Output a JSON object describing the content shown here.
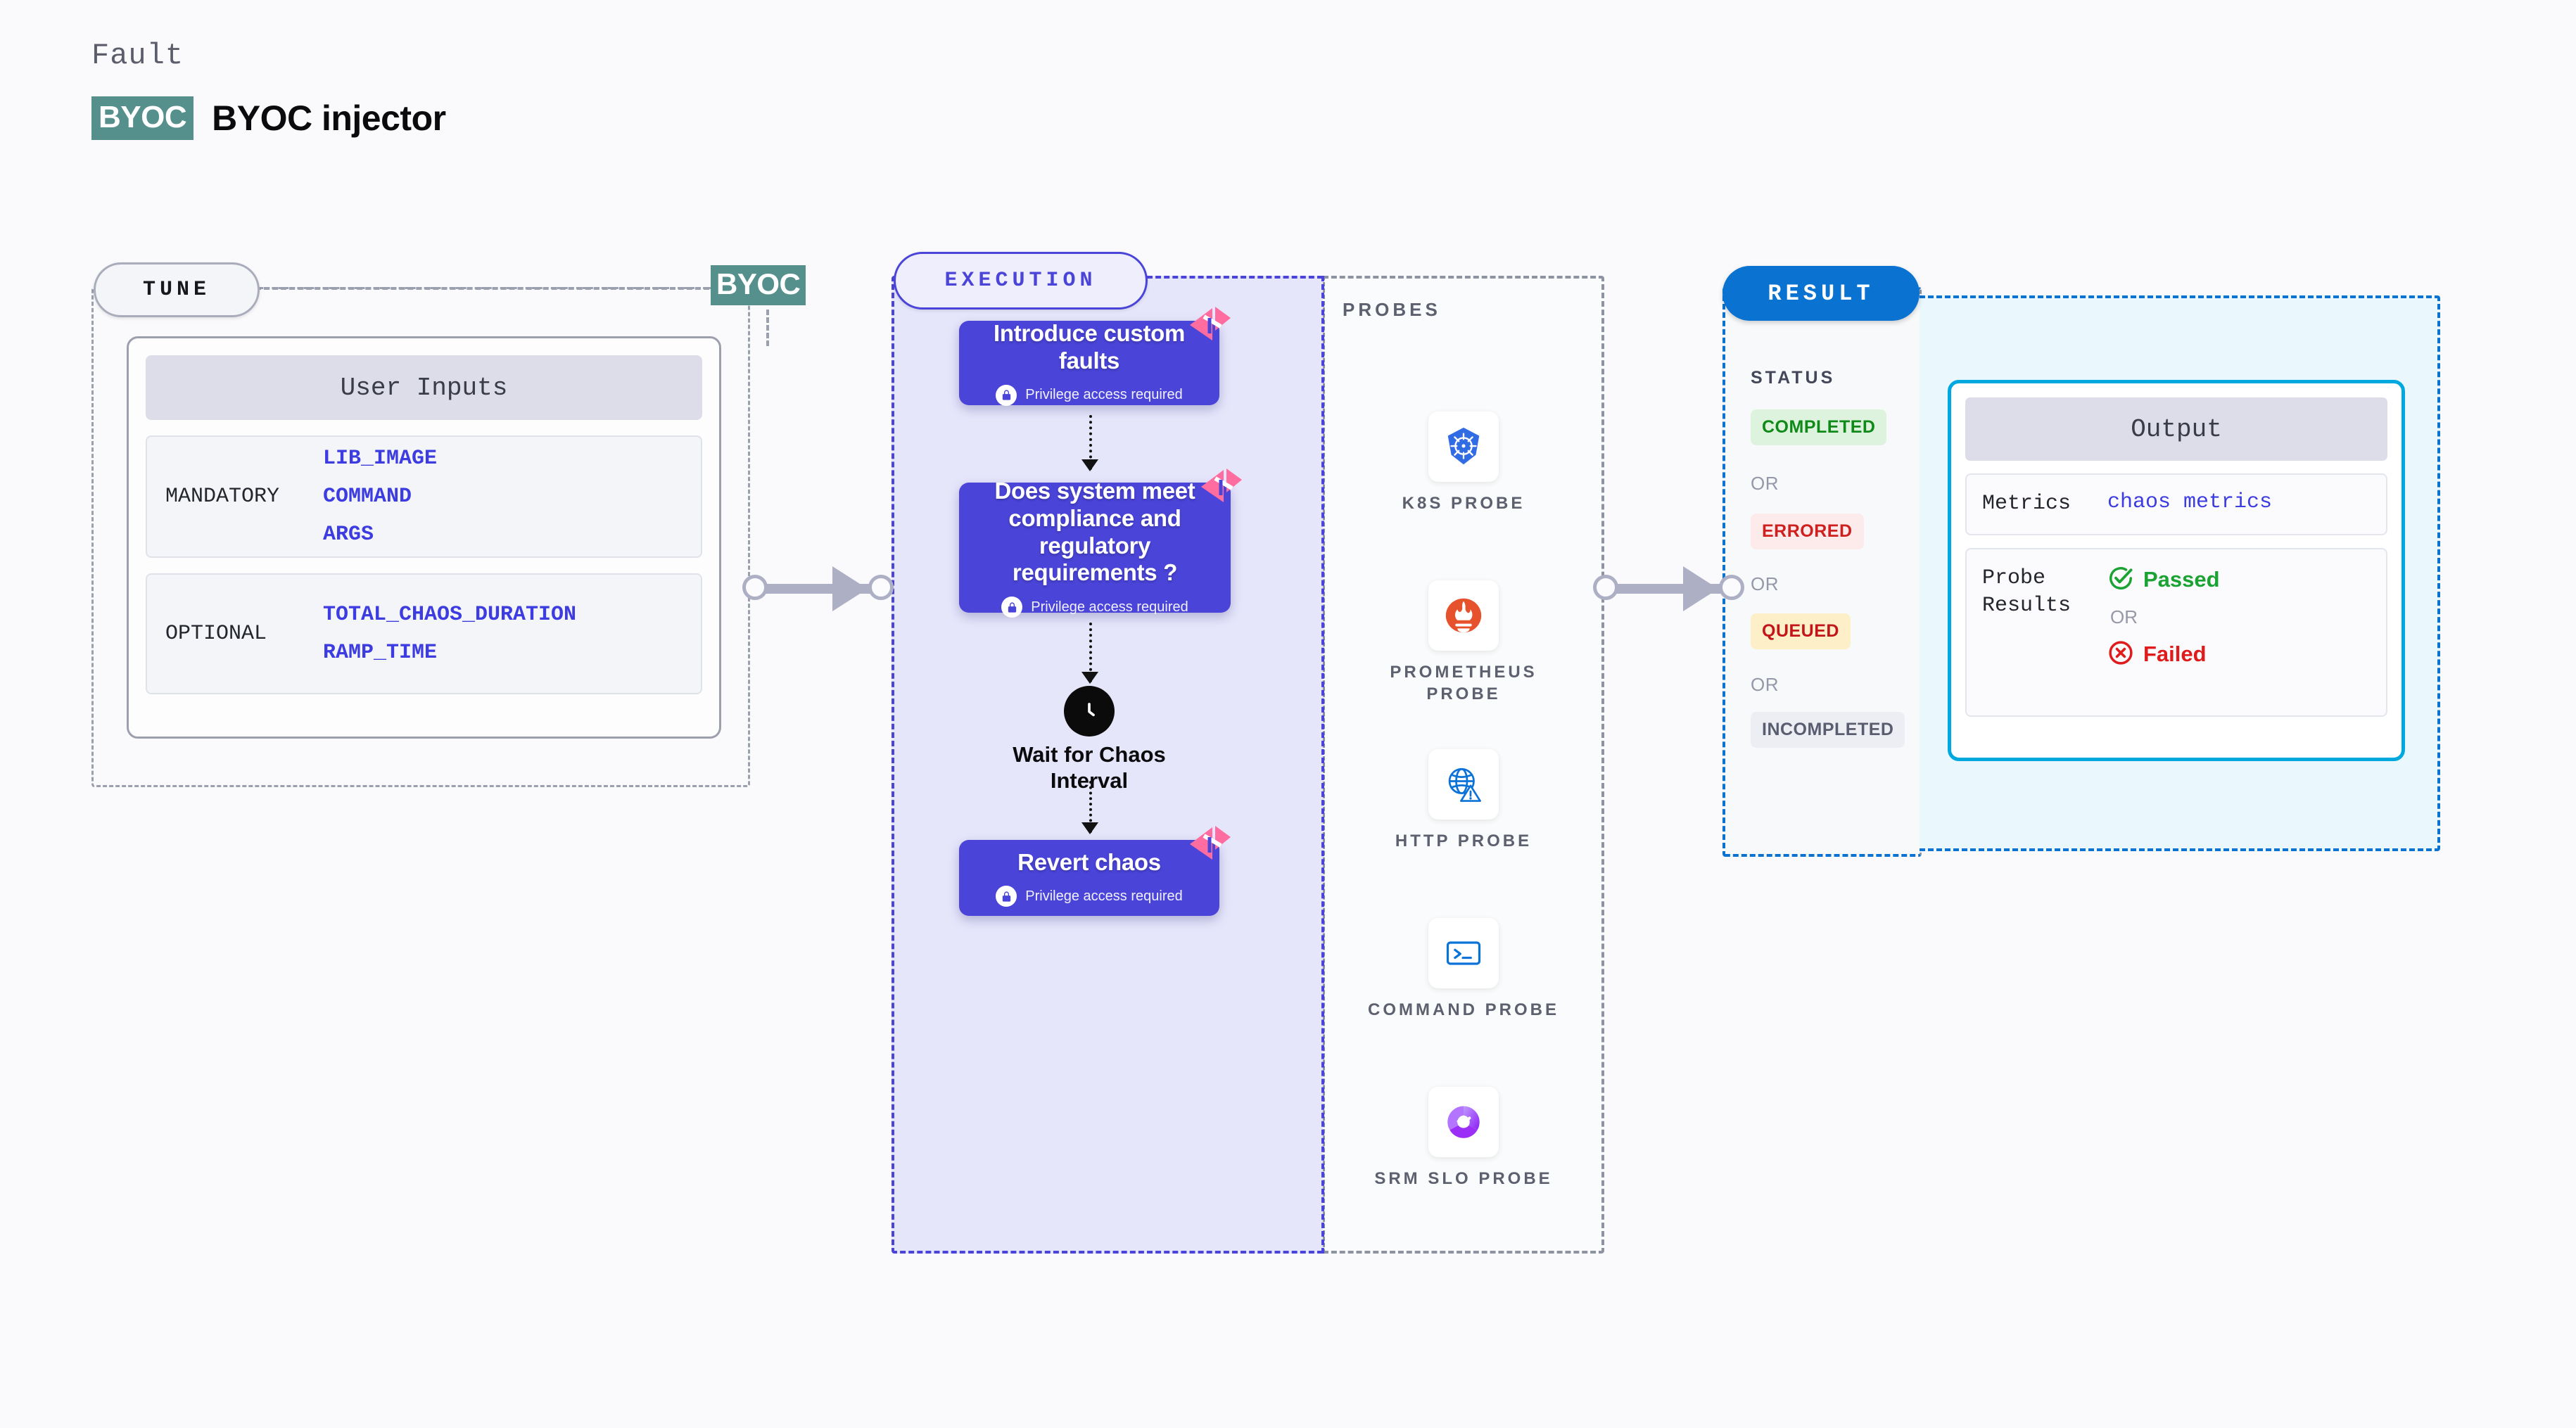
{
  "header": {
    "kicker": "Fault",
    "badge": "BYOC",
    "title": "BYOC injector"
  },
  "tune": {
    "pill_label": "TUNE",
    "byoc_badge": "BYOC",
    "card_title": "User Inputs",
    "groups": [
      {
        "label": "MANDATORY",
        "params": [
          "LIB_IMAGE",
          "COMMAND",
          "ARGS"
        ]
      },
      {
        "label": "OPTIONAL",
        "params": [
          "TOTAL_CHAOS_DURATION",
          "RAMP_TIME"
        ]
      }
    ]
  },
  "execution": {
    "pill_label": "EXECUTION",
    "privilege_note": "Privilege access required",
    "cards": [
      {
        "title": "Introduce custom faults",
        "privilege": "Privilege access required"
      },
      {
        "title": "Does system meet compliance and regulatory requirements ?",
        "privilege": "Privilege access required"
      },
      {
        "title": "Revert chaos",
        "privilege": "Privilege access required"
      }
    ],
    "wait_node": {
      "label": "Wait for Chaos Interval",
      "icon": "clock-icon"
    }
  },
  "probes": {
    "title": "PROBES",
    "items": [
      {
        "label": "K8S PROBE",
        "icon": "kubernetes-icon"
      },
      {
        "label": "PROMETHEUS PROBE",
        "icon": "prometheus-icon"
      },
      {
        "label": "HTTP PROBE",
        "icon": "http-globe-icon"
      },
      {
        "label": "COMMAND PROBE",
        "icon": "terminal-icon"
      },
      {
        "label": "SRM SLO PROBE",
        "icon": "srm-slo-icon"
      }
    ]
  },
  "result": {
    "pill_label": "RESULT",
    "status_title": "STATUS",
    "or_label": "OR",
    "statuses": [
      {
        "label": "COMPLETED",
        "bg": "#def3de",
        "fg": "#0f8a19"
      },
      {
        "label": "ERRORED",
        "bg": "#fdeaea",
        "fg": "#cf2020"
      },
      {
        "label": "QUEUED",
        "bg": "#fdf0c8",
        "fg": "#c2161a"
      },
      {
        "label": "INCOMPLETED",
        "bg": "#eceef4",
        "fg": "#5a5d70"
      }
    ]
  },
  "output": {
    "card_title": "Output",
    "metrics_label": "Metrics",
    "metrics_value": "chaos metrics",
    "probe_results_label": "Probe Results",
    "passed_label": "Passed",
    "failed_label": "Failed",
    "or_label": "OR"
  },
  "colors": {
    "accent_purple": "#4a44d8",
    "accent_blue": "#0a72d0",
    "accent_cyan": "#00a8e0",
    "byoc_teal": "#55908c",
    "harness_pink": "#ff6ca0",
    "connector_gray": "#adafc4"
  }
}
